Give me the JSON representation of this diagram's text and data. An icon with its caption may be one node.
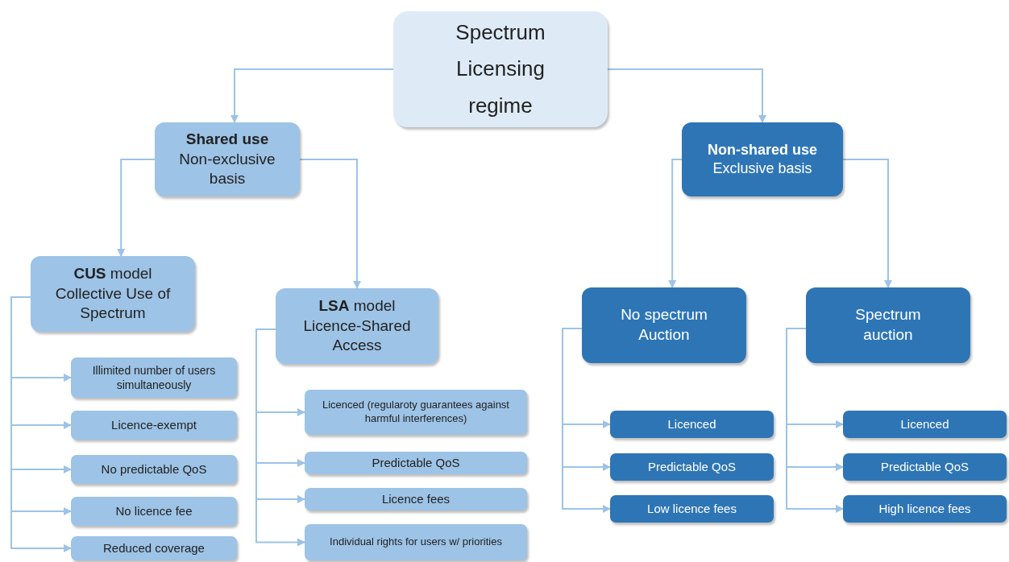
{
  "diagram": {
    "nodes": [
      {
        "text": [
          "Spectrum Licensing regime"
        ]
      },
      {
        "text": [
          "Shared use",
          "Non-exclusive basis"
        ]
      },
      {
        "text": [
          "Non-shared use",
          "Exclusive basis"
        ]
      },
      {
        "text": [
          "**CUS** model Collective Use of Spectrum"
        ]
      },
      {
        "text": [
          "**LSA** model Licence-Shared Access"
        ]
      },
      {
        "text": [
          "No spectrum Auction"
        ]
      },
      {
        "text": [
          "Spectrum auction"
        ]
      },
      {
        "text": [
          "Illimited number of users simultaneously"
        ]
      },
      {
        "text": [
          "Licence-exempt"
        ]
      },
      {
        "text": [
          "No predictable QoS"
        ]
      },
      {
        "text": [
          "No licence fee"
        ]
      },
      {
        "text": [
          "Reduced coverage"
        ]
      },
      {
        "text": [
          "Licenced (regularoty guarantees against harmful interferences)"
        ]
      },
      {
        "text": [
          "Predictable QoS"
        ]
      },
      {
        "text": [
          "Licence fees"
        ]
      },
      {
        "text": [
          "Individual rights for users w/ priorities"
        ]
      },
      {
        "text": [
          "Licenced"
        ]
      },
      {
        "text": [
          "Predictable QoS"
        ]
      },
      {
        "text": [
          "Low licence fees"
        ]
      },
      {
        "text": [
          "Licenced"
        ]
      },
      {
        "text": [
          "Predictable QoS"
        ]
      },
      {
        "text": [
          "High licence fees"
        ]
      }
    ],
    "edges": [
      {
        "from": 0,
        "to": 1,
        "arrow": "to"
      },
      {
        "from": 0,
        "to": 2,
        "arrow": "to"
      },
      {
        "from": 1,
        "to": 3,
        "arrow": "to"
      },
      {
        "from": 1,
        "to": 4,
        "arrow": "to"
      },
      {
        "from": 2,
        "to": 5,
        "arrow": "to"
      },
      {
        "from": 2,
        "to": 6,
        "arrow": "to"
      },
      {
        "from": 3,
        "to": 7,
        "arrow": "to"
      },
      {
        "from": 3,
        "to": 8,
        "arrow": "to"
      },
      {
        "from": 3,
        "to": 9,
        "arrow": "to"
      },
      {
        "from": 3,
        "to": 10,
        "arrow": "to"
      },
      {
        "from": 3,
        "to": 11,
        "arrow": "to"
      },
      {
        "from": 4,
        "to": 12,
        "arrow": "to"
      },
      {
        "from": 4,
        "to": 13,
        "arrow": "to"
      },
      {
        "from": 4,
        "to": 14,
        "arrow": "to"
      },
      {
        "from": 4,
        "to": 15,
        "arrow": "to"
      },
      {
        "from": 5,
        "to": 16,
        "arrow": "to"
      },
      {
        "from": 5,
        "to": 17,
        "arrow": "to"
      },
      {
        "from": 5,
        "to": 18,
        "arrow": "to"
      },
      {
        "from": 6,
        "to": 19,
        "arrow": "to"
      },
      {
        "from": 6,
        "to": 20,
        "arrow": "to"
      },
      {
        "from": 6,
        "to": 21,
        "arrow": "to"
      }
    ]
  }
}
